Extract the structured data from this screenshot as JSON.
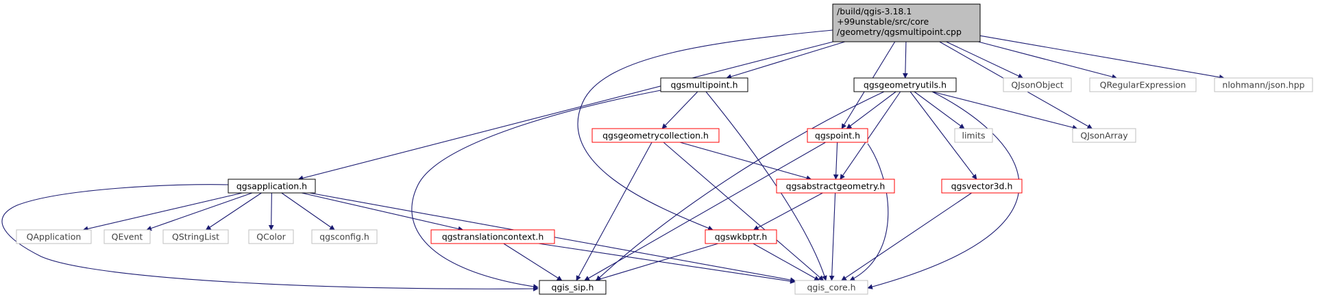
{
  "graph": {
    "colors": {
      "edge": "#191970",
      "border_black": "#000000",
      "border_red": "#ff0000",
      "border_gray": "#bfbfbf",
      "root_fill": "#bfbfbf",
      "text_dark": "#000000",
      "text_gray": "#404040"
    },
    "nodes": [
      {
        "id": "root",
        "lines": [
          "/build/qgis-3.18.1",
          "+99unstable/src/core",
          "/geometry/qgsmultipoint.cpp"
        ],
        "kind": "root"
      },
      {
        "id": "qgsmultipoint",
        "lines": [
          "qgsmultipoint.h"
        ],
        "kind": "black"
      },
      {
        "id": "qgsgeometryutils",
        "lines": [
          "qgsgeometryutils.h"
        ],
        "kind": "black"
      },
      {
        "id": "qjsonobject",
        "lines": [
          "QJsonObject"
        ],
        "kind": "gray"
      },
      {
        "id": "qregularexpression",
        "lines": [
          "QRegularExpression"
        ],
        "kind": "gray"
      },
      {
        "id": "nlohmann",
        "lines": [
          "nlohmann/json.hpp"
        ],
        "kind": "gray"
      },
      {
        "id": "qgsgeometrycollection",
        "lines": [
          "qgsgeometrycollection.h"
        ],
        "kind": "red"
      },
      {
        "id": "qgspoint",
        "lines": [
          "qgspoint.h"
        ],
        "kind": "red"
      },
      {
        "id": "limits",
        "lines": [
          "limits"
        ],
        "kind": "gray"
      },
      {
        "id": "qjsonarray",
        "lines": [
          "QJsonArray"
        ],
        "kind": "gray"
      },
      {
        "id": "qgsapplication",
        "lines": [
          "qgsapplication.h"
        ],
        "kind": "black"
      },
      {
        "id": "qgsabstractgeometry",
        "lines": [
          "qgsabstractgeometry.h"
        ],
        "kind": "red"
      },
      {
        "id": "qgsvector3d",
        "lines": [
          "qgsvector3d.h"
        ],
        "kind": "red"
      },
      {
        "id": "qapplication",
        "lines": [
          "QApplication"
        ],
        "kind": "gray"
      },
      {
        "id": "qevent",
        "lines": [
          "QEvent"
        ],
        "kind": "gray"
      },
      {
        "id": "qstringlist",
        "lines": [
          "QStringList"
        ],
        "kind": "gray"
      },
      {
        "id": "qcolor",
        "lines": [
          "QColor"
        ],
        "kind": "gray"
      },
      {
        "id": "qgsconfig",
        "lines": [
          "qgsconfig.h"
        ],
        "kind": "gray"
      },
      {
        "id": "qgstranslationcontext",
        "lines": [
          "qgstranslationcontext.h"
        ],
        "kind": "red"
      },
      {
        "id": "qgswkbptr",
        "lines": [
          "qgswkbptr.h"
        ],
        "kind": "red"
      },
      {
        "id": "qgis_sip",
        "lines": [
          "qgis_sip.h"
        ],
        "kind": "black"
      },
      {
        "id": "qgis_core",
        "lines": [
          "qgis_core.h"
        ],
        "kind": "gray"
      }
    ],
    "edges": [
      [
        "root",
        "qgsmultipoint"
      ],
      [
        "root",
        "qgsgeometryutils"
      ],
      [
        "root",
        "qjsonobject"
      ],
      [
        "root",
        "qregularexpression"
      ],
      [
        "root",
        "nlohmann"
      ],
      [
        "root",
        "qgspoint"
      ],
      [
        "root",
        "qjsonarray"
      ],
      [
        "root",
        "qgsapplication"
      ],
      [
        "root",
        "qgswkbptr"
      ],
      [
        "qgsmultipoint",
        "qgsgeometrycollection"
      ],
      [
        "qgsmultipoint",
        "qgis_sip"
      ],
      [
        "qgsmultipoint",
        "qgis_core"
      ],
      [
        "qgsgeometryutils",
        "qgspoint"
      ],
      [
        "qgsgeometryutils",
        "limits"
      ],
      [
        "qgsgeometryutils",
        "qjsonarray"
      ],
      [
        "qgsgeometryutils",
        "qgsabstractgeometry"
      ],
      [
        "qgsgeometryutils",
        "qgsvector3d"
      ],
      [
        "qgsgeometryutils",
        "qgis_sip"
      ],
      [
        "qgsgeometryutils",
        "qgis_core"
      ],
      [
        "qgsgeometrycollection",
        "qgsabstractgeometry"
      ],
      [
        "qgsgeometrycollection",
        "qgis_sip"
      ],
      [
        "qgsgeometrycollection",
        "qgis_core"
      ],
      [
        "qgspoint",
        "qgsabstractgeometry"
      ],
      [
        "qgspoint",
        "qgis_sip"
      ],
      [
        "qgspoint",
        "qgis_core"
      ],
      [
        "qgsabstractgeometry",
        "qgswkbptr"
      ],
      [
        "qgsabstractgeometry",
        "qgis_core"
      ],
      [
        "qgsvector3d",
        "qgis_core"
      ],
      [
        "qgsapplication",
        "qapplication"
      ],
      [
        "qgsapplication",
        "qevent"
      ],
      [
        "qgsapplication",
        "qstringlist"
      ],
      [
        "qgsapplication",
        "qcolor"
      ],
      [
        "qgsapplication",
        "qgsconfig"
      ],
      [
        "qgsapplication",
        "qgstranslationcontext"
      ],
      [
        "qgsapplication",
        "qgis_sip"
      ],
      [
        "qgsapplication",
        "qgis_core"
      ],
      [
        "qgstranslationcontext",
        "qgis_sip"
      ],
      [
        "qgstranslationcontext",
        "qgis_core"
      ],
      [
        "qgswkbptr",
        "qgis_sip"
      ],
      [
        "qgswkbptr",
        "qgis_core"
      ]
    ]
  }
}
